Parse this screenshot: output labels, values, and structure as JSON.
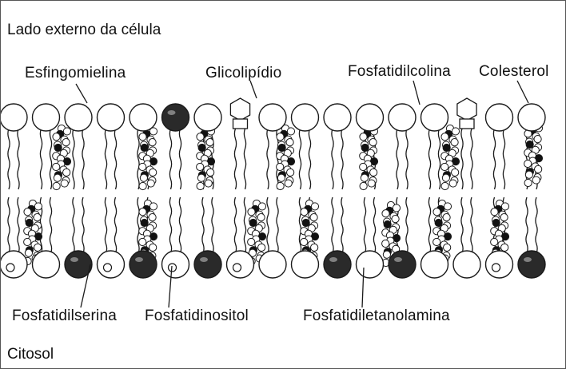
{
  "regions": {
    "outside": "Lado externo da célula",
    "inside": "Citosol"
  },
  "labels": {
    "sphingomyelin": "Esfingomielina",
    "glycolipid": "Glicolipídio",
    "phosphatidylcholine": "Fosfatidilcolina",
    "cholesterol": "Colesterol",
    "phosphatidylserine": "Fosfatidilserina",
    "phosphatidylinositol": "Fosfatidinositol",
    "phosphatidylethanolamine": "Fosfatidiletanolamina"
  },
  "colors": {
    "line": "#1a1a1a",
    "head_fill_light": "#ffffff",
    "head_fill_dark": "#2a2a2a",
    "cholesterol_fill": "#555555"
  },
  "outer_leaflet_heads": [
    "light",
    "light",
    "light",
    "light",
    "light",
    "dark",
    "light",
    "hex",
    "light",
    "light",
    "light",
    "light",
    "light",
    "light",
    "hex",
    "light",
    "light"
  ],
  "inner_leaflet_heads": [
    "ring",
    "light",
    "dark",
    "ring",
    "dark",
    "ring",
    "dark",
    "ring",
    "light",
    "light",
    "dark",
    "light",
    "dark",
    "light",
    "light",
    "ring",
    "dark"
  ]
}
